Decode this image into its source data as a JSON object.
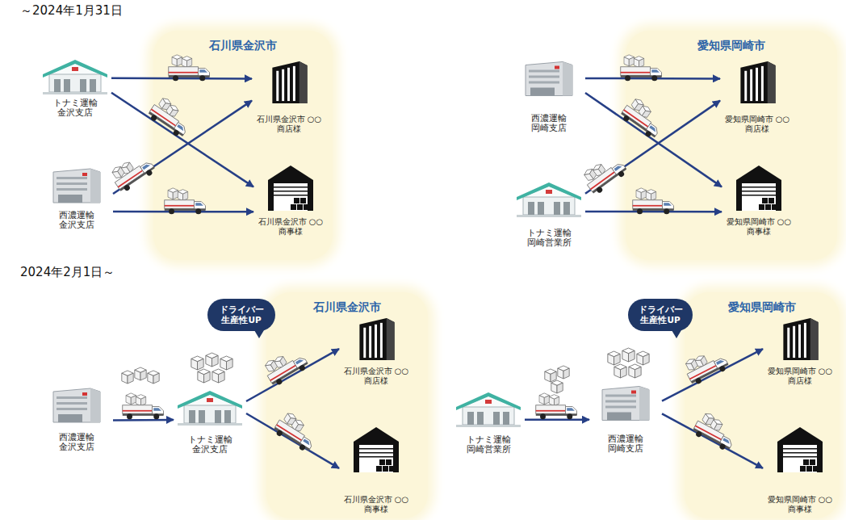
{
  "diagram": {
    "nodes": [
      {
        "text": [
          "トナミ運輸 金沢支店"
        ]
      },
      {
        "text": [
          "西濃運輸 金沢支店"
        ]
      },
      {
        "text": [
          "石川県金沢市"
        ]
      },
      {
        "text": [
          "石川県金沢市 ○○商店様"
        ],
        "in": 2
      },
      {
        "text": [
          "石川県金沢市 ○○商事様"
        ],
        "in": 2
      },
      {
        "text": [
          "西濃運輸 岡崎支店"
        ]
      },
      {
        "text": [
          "トナミ運輸 岡崎営業所"
        ]
      },
      {
        "text": [
          "愛知県岡崎市"
        ]
      },
      {
        "text": [
          "愛知県岡崎市 ○○商店様"
        ],
        "in": 7
      },
      {
        "text": [
          "愛知県岡崎市 ○○商事様"
        ],
        "in": 7
      },
      {
        "text": [
          "西濃運輸 金沢支店"
        ]
      },
      {
        "text": [
          "トナミ運輸 金沢支店"
        ]
      },
      {
        "text": [
          "ドライバー 生産性UP"
        ]
      },
      {
        "text": [
          "石川県金沢市"
        ]
      },
      {
        "text": [
          "石川県金沢市 ○○商店様"
        ],
        "in": 13
      },
      {
        "text": [
          "石川県金沢市 ○○商事様"
        ],
        "in": 13
      },
      {
        "text": [
          "トナミ運輸 岡崎営業所"
        ]
      },
      {
        "text": [
          "西濃運輸 岡崎支店"
        ]
      },
      {
        "text": [
          "ドライバー 生産性UP"
        ]
      },
      {
        "text": [
          "愛知県岡崎市"
        ]
      },
      {
        "text": [
          "愛知県岡崎市 ○○商店様"
        ],
        "in": 19
      },
      {
        "text": [
          "愛知県岡崎市 ○○商事様"
        ],
        "in": 19
      }
    ],
    "edges": [
      {
        "from": 0,
        "to": 3,
        "arrow": "to"
      },
      {
        "from": 0,
        "to": 4,
        "arrow": "to"
      },
      {
        "from": 1,
        "to": 3,
        "arrow": "to"
      },
      {
        "from": 1,
        "to": 4,
        "arrow": "to"
      },
      {
        "from": 5,
        "to": 8,
        "arrow": "to"
      },
      {
        "from": 5,
        "to": 9,
        "arrow": "to"
      },
      {
        "from": 6,
        "to": 8,
        "arrow": "to"
      },
      {
        "from": 6,
        "to": 9,
        "arrow": "to"
      },
      {
        "from": 10,
        "to": 11,
        "arrow": "to"
      },
      {
        "from": 11,
        "to": 14,
        "arrow": "to"
      },
      {
        "from": 11,
        "to": 15,
        "arrow": "to"
      },
      {
        "from": 16,
        "to": 17,
        "arrow": "to"
      },
      {
        "from": 17,
        "to": 20,
        "arrow": "to"
      },
      {
        "from": 17,
        "to": 21,
        "arrow": "to"
      }
    ],
    "labels": [
      "～2024年1月31日",
      "2024年2月1日～"
    ]
  }
}
